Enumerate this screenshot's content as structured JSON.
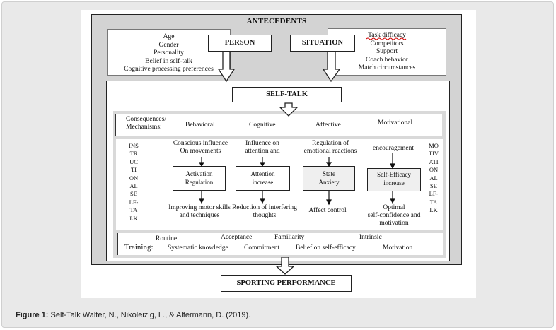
{
  "antecedents": {
    "title": "ANTECEDENTS",
    "person": {
      "label": "PERSON",
      "items": [
        "Age",
        "Gender",
        "Personality",
        "Belief in self-talk",
        "Cognitive processing preferences"
      ]
    },
    "situation": {
      "label": "SITUATION",
      "items": [
        "Task difficacy",
        "Competitors",
        "Support",
        "Coach behavior",
        "Match circumstances"
      ]
    }
  },
  "self_talk": {
    "label": "SELF-TALK"
  },
  "consequences": {
    "label_line1": "Consequences/",
    "label_line2": "Mechanisms:",
    "columns": [
      "Behavioral",
      "Cognitive",
      "Affective",
      "Motivational"
    ]
  },
  "left_vertical": [
    "INS",
    "TR",
    "UC",
    "TI",
    "ON",
    "AL",
    "SE",
    "LF-",
    "TA",
    "LK"
  ],
  "right_vertical": [
    "MO",
    "TIV",
    "ATI",
    "ON",
    "AL",
    "SE",
    "LF-",
    "TA",
    "LK"
  ],
  "mechanisms": [
    {
      "top_lines": [
        "Conscious influence",
        "On movements"
      ],
      "box_lines": [
        "Activation",
        "Regulation"
      ],
      "bottom_lines": [
        "Improving motor skills",
        "and techniques"
      ]
    },
    {
      "top_lines": [
        "Influence on",
        "attention and"
      ],
      "box_lines": [
        "Attention",
        "increase"
      ],
      "bottom_lines": [
        "Reduction of interfering",
        "thoughts"
      ]
    },
    {
      "top_lines": [
        "Regulation of",
        "emotional reactions"
      ],
      "box_lines": [
        "State",
        "Anxiety"
      ],
      "bottom_lines": [
        "Affect control"
      ]
    },
    {
      "top_lines": [
        "encouragement"
      ],
      "box_lines": [
        "Self-Efficacy",
        "increase"
      ],
      "bottom_lines": [
        "Optimal",
        "self-confidence and",
        "motivation"
      ]
    }
  ],
  "training": {
    "label": "Training:",
    "items_top": [
      "Routine",
      "Acceptance",
      "Familiarity",
      "Intrinsic"
    ],
    "items_bottom": [
      "Systematic knowledge",
      "Commitment",
      "Belief on self-efficacy",
      "Motivation"
    ]
  },
  "outcome": {
    "label": "SPORTING PERFORMANCE"
  },
  "caption": {
    "figure_label": "Figure 1:",
    "text": "Self-Talk   Walter, N., Nikoleizig, L., & Alfermann, D. (2019)."
  },
  "colors": {
    "frame_bg": "#e9e9e9",
    "diagram_gray": "#d3d3d3",
    "panel_gray": "#d9d9d9",
    "outline": "#222222",
    "spell_underline": "#d00000"
  }
}
